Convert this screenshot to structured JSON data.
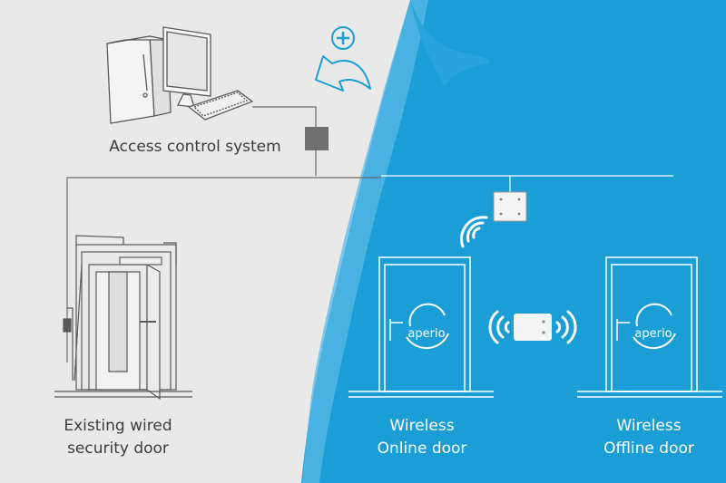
{
  "labels": {
    "access_control": "Access control system",
    "wired_door": [
      "Existing wired",
      "security door"
    ],
    "online_door": [
      "Wireless",
      "Online door"
    ],
    "offline_door": [
      "Wireless",
      "Offline door"
    ]
  },
  "brand": {
    "door_logo_text": "aperio"
  },
  "colors": {
    "grey_bg": "#e9e9e9",
    "blue_bg": "#1b9ed6",
    "line_dark": "#5a5a5a",
    "accent": "#1b9ed6",
    "white": "#ffffff"
  },
  "icons": {
    "plus": "plus-circle-icon",
    "arrow": "curved-arrow-icon",
    "computer": "desktop-computer-icon",
    "wireless": "wireless-signal-icon"
  }
}
